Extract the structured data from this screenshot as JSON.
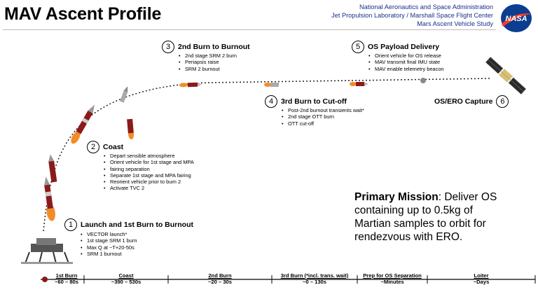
{
  "title": "MAV Ascent Profile",
  "org": {
    "line1": "National Aeronautics and Space Administration",
    "line2": "Jet Propulsion Laboratory / Marshall Space Flight Center",
    "line3": "Mars Ascent Vehicle Study"
  },
  "logo_text": "NASA",
  "steps": [
    {
      "num": "1",
      "title": "Launch and 1st Burn to Burnout",
      "bullets": [
        "VECTOR launch*",
        "1st stage SRM 1 burn",
        "Max Q at ~T+20-50s",
        "SRM 1 burnout"
      ]
    },
    {
      "num": "2",
      "title": "Coast",
      "bullets": [
        "Depart sensible atmosphere",
        "Orient vehicle for 1st stage and MPA",
        "fairing separation",
        "Separate 1st stage and MPA fairing",
        "Reorient vehicle prior to burn 2",
        "Activate TVC 2"
      ]
    },
    {
      "num": "3",
      "title": "2nd Burn to Burnout",
      "bullets": [
        "2nd stage SRM 2 burn",
        "Periapsis raise",
        "SRM 2 burnout"
      ]
    },
    {
      "num": "4",
      "title": "3rd Burn to Cut-off",
      "bullets": [
        "Post-2nd burnout transients wait*",
        "2nd stage OTT burn",
        "OTT cut-off"
      ]
    },
    {
      "num": "5",
      "title": "OS Payload Delivery",
      "bullets": [
        "Orient vehicle for OS release",
        "MAV transmit final IMU state",
        "MAV enable telemetry beacon"
      ]
    },
    {
      "num": "6",
      "title": "OS/ERO Capture",
      "bullets": []
    }
  ],
  "primary_mission": {
    "label": "Primary Mission",
    "text": ": Deliver OS containing up to 0.5kg of Martian samples to orbit for rendezvous with ERO."
  },
  "timeline": [
    {
      "label": "1st Burn",
      "dur": "~60 – 80s"
    },
    {
      "label": "Coast",
      "dur": "~390 – 530s"
    },
    {
      "label": "2nd Burn",
      "dur": "~20 – 30s"
    },
    {
      "label": "3rd Burn (*incl. trans. wait)",
      "dur": "~0 – 130s"
    },
    {
      "label": "Prep for OS Separation",
      "dur": "~Minutes"
    },
    {
      "label": "Loiter",
      "dur": "~Days"
    }
  ],
  "colors": {
    "rocket_red": "#8b1a1a",
    "flame": "#f28c28",
    "org_text": "#1a2f8a",
    "nasa_blue": "#0b3d91",
    "nasa_red": "#fc3d21"
  }
}
